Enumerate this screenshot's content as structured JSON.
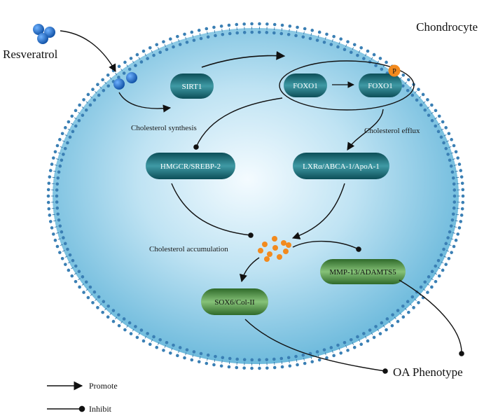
{
  "cell": {
    "title": "Chondrocyte"
  },
  "drug": {
    "name": "Resveratrol"
  },
  "nodes": {
    "sirt1": "SIRT1",
    "foxo1": "FOXO1",
    "foxo1_p": "FOXO1",
    "phospho": "P",
    "hmgcr": "HMGCR/SREBP-2",
    "lxr": "LXRα/ABCA-1/ApoA-1",
    "mmp": "MMP-13/ADAMTS5",
    "sox6": "SOX6/Col-II"
  },
  "labels": {
    "synthesis": "Cholesterol synthesis",
    "efflux": "Cholesterol efflux",
    "accumulation": "Cholesterol accumulation"
  },
  "outcome": {
    "phenotype": "OA Phenotype"
  },
  "legend": {
    "promote": "Promote",
    "inhibit": "Inhibit"
  },
  "colors": {
    "membrane_head": "#3a7fb4",
    "cytoplasm_center": "#f4fbff",
    "cytoplasm_edge": "#5fb3d8",
    "dark_teal": "#0c4e58",
    "mid_teal": "#2e8a95",
    "dark_green": "#2f6a2a",
    "mid_green": "#7ab86c",
    "resveratrol_blue": "#1560b8",
    "cholesterol_orange": "#f28a1e"
  }
}
